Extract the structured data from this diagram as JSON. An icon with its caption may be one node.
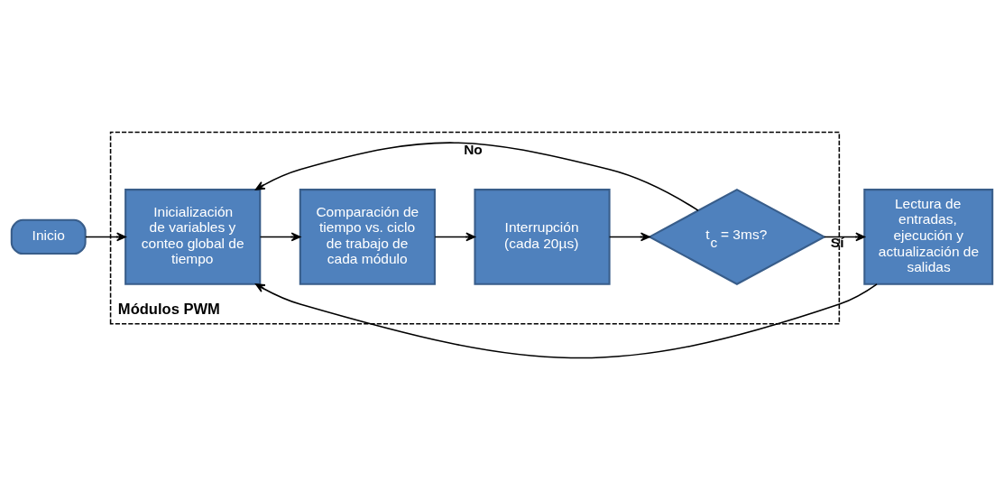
{
  "diagram": {
    "nodes": [
      {
        "text": [
          "Inicio"
        ]
      },
      {
        "text": [
          "Módulos PWM"
        ]
      },
      {
        "text": [
          "Inicialización de variables y conteo global de tiempo"
        ],
        "in": 1
      },
      {
        "text": [
          "Comparación de tiempo vs. ciclo de trabajo de cada módulo"
        ],
        "in": 1
      },
      {
        "text": [
          "Interrupción (cada 20µs)"
        ],
        "in": 1
      },
      {
        "text": [
          "t$_{c}$ = 3ms?"
        ],
        "in": 1
      },
      {
        "text": [
          "Lectura de entradas, ejecución y actualización de salidas"
        ]
      }
    ],
    "edges": [
      {
        "from": 0,
        "to": 2,
        "arrow": "to"
      },
      {
        "from": 2,
        "to": 3,
        "arrow": "to"
      },
      {
        "from": 3,
        "to": 4,
        "arrow": "to"
      },
      {
        "from": 4,
        "to": 5,
        "arrow": "to"
      },
      {
        "from": 5,
        "to": 2,
        "arrow": "to",
        "label": "No"
      },
      {
        "from": 5,
        "to": 6,
        "arrow": "to",
        "label": "Sí"
      },
      {
        "from": 6,
        "to": 2,
        "arrow": "to"
      }
    ]
  }
}
